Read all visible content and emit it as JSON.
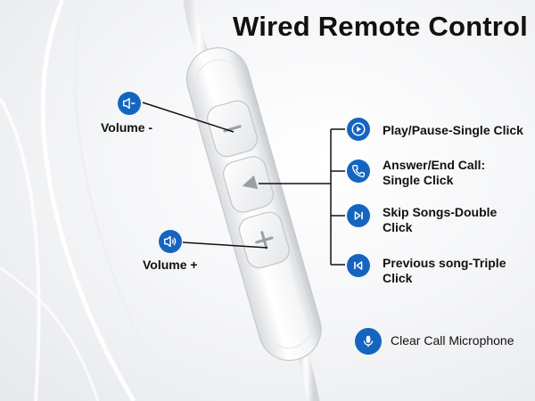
{
  "title": "Wired Remote Control",
  "colors": {
    "accent": "#1565c0",
    "cable": "#ffffff",
    "text": "#111111"
  },
  "labels": {
    "volume_down": "Volume -",
    "volume_up": "Volume +",
    "play_pause": "Play/Pause-Single Click",
    "answer_line1": "Answer/End Call:",
    "answer_line2": "Single Click",
    "skip_line1": "Skip Songs-Double",
    "skip_line2": "Click",
    "prev_line1": "Previous song-Triple",
    "prev_line2": "Click",
    "microphone": "Clear Call Microphone"
  },
  "icons": {
    "volume_down": "speaker-minus-icon",
    "volume_up": "speaker-plus-icon",
    "play_pause": "play-pause-icon",
    "answer": "phone-icon",
    "skip": "skip-next-icon",
    "previous": "skip-previous-icon",
    "microphone": "microphone-icon"
  }
}
